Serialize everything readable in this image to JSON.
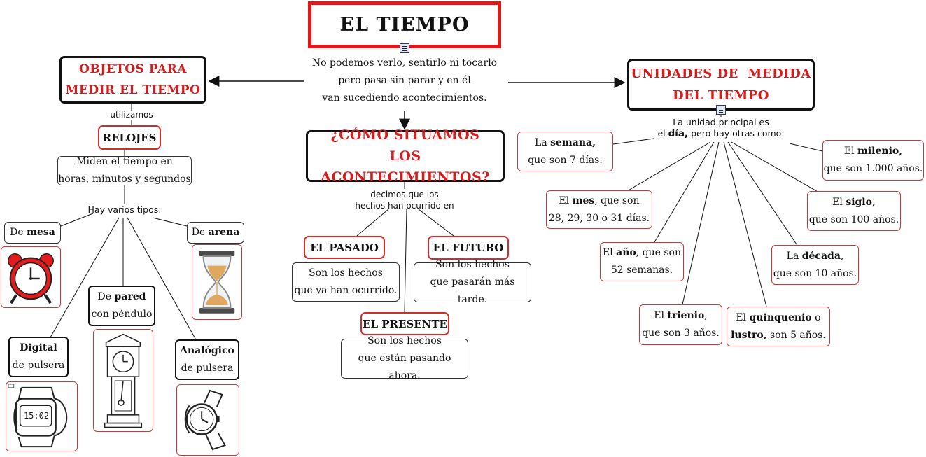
{
  "title": "EL TIEMPO",
  "intro": [
    "No podemos verlo, sentirlo ni tocarlo",
    "pero pasa sin parar y en él",
    "van sucediendo acontecimientos."
  ],
  "left": {
    "heading": [
      "OBJETOS PARA",
      "MEDIR EL TIEMPO"
    ],
    "link1": "utilizamos",
    "relojes": "RELOJES",
    "relojes_desc": [
      "Miden el tiempo en",
      "horas, minutos y segundos"
    ],
    "link2": "Hay varios tipos:",
    "mesa": {
      "pre": "De ",
      "bold": "mesa"
    },
    "arena": {
      "pre": "De ",
      "bold": "arena"
    },
    "pared": {
      "pre": "De ",
      "bold": "pared",
      "line2": "con péndulo"
    },
    "digital": {
      "bold": "Digital",
      "line2": "de pulsera"
    },
    "analogico": {
      "bold": "Analógico",
      "line2": "de pulsera"
    },
    "digital_display": "15:02",
    "icons": [
      "alarm-clock-icon",
      "hourglass-icon",
      "grandfather-clock-icon",
      "digital-watch-icon",
      "analog-watch-icon"
    ]
  },
  "center": {
    "heading": [
      "¿CÓMO SITUAMOS",
      "LOS ACONTECIMIENTOS?"
    ],
    "link": [
      "decimos que los",
      "hechos han ocurrido en"
    ],
    "pasado": "EL PASADO",
    "pasado_desc": [
      "Son los hechos",
      "que ya han ocurrido."
    ],
    "futuro": "EL FUTURO",
    "futuro_desc": [
      "Son los hechos",
      "que pasarán más tarde."
    ],
    "presente": "EL PRESENTE",
    "presente_desc": [
      "Son los hechos",
      "que están pasando ahora."
    ]
  },
  "right": {
    "heading": [
      "UNIDADES DE  MEDIDA",
      "DEL TIEMPO"
    ],
    "link": {
      "line1": "La unidad principal es",
      "pre": "el ",
      "bold": "día,",
      "post": " pero hay otras como:"
    },
    "semana": {
      "pre": "La ",
      "bold": "semana,",
      "line2": "que son 7 días."
    },
    "milenio": {
      "pre": "El ",
      "bold": "milenio,",
      "line2": "que son 1.000 años."
    },
    "mes": {
      "pre": "El ",
      "bold": "mes",
      "post": ", que son",
      "line2": "28, 29, 30 o 31 días."
    },
    "siglo": {
      "pre": "El ",
      "bold": "siglo,",
      "line2": "que son 100 años."
    },
    "anio": {
      "pre": "El ",
      "bold": "año",
      "post": ", que son",
      "line2": "52 semanas."
    },
    "decada": {
      "pre": "La ",
      "bold": "década",
      "post": ",",
      "line2": "que son 10 años."
    },
    "trienio": {
      "pre": "El ",
      "bold": "trienio",
      "post": ",",
      "line2": "que son 3 años."
    },
    "quinquenio": {
      "pre": "El ",
      "bold": "quinquenio",
      "post": " o",
      "bold2": "lustro,",
      "post2": " son 5 años."
    }
  },
  "colors": {
    "accent_red": "#d51b1b",
    "border_red": "#c43a3a",
    "line": "#111111"
  }
}
